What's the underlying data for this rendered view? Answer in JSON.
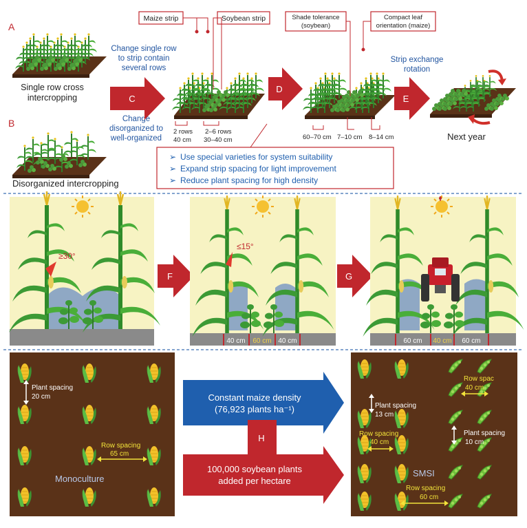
{
  "top": {
    "label_a": "A",
    "label_b": "B",
    "single_row_cross_1": "Single row cross",
    "single_row_cross_2": "intercropping",
    "disorganized": "Disorganized intercropping",
    "change_single_row_1": "Change single row",
    "change_single_row_2": "to strip contain",
    "change_single_row_3": "several rows",
    "change_disorganized_1": "Change",
    "change_disorganized_2": "disorganized to",
    "change_disorganized_3": "well-organized",
    "arrow_c": "C",
    "arrow_d": "D",
    "arrow_e": "E",
    "maize_strip": "Maize strip",
    "soybean_strip": "Soybean  strip",
    "rows_2": "2 rows",
    "cm_40": "40 cm",
    "rows_2_6": "2–6 rows",
    "cm_30_40": "30–40 cm",
    "shade_tolerance_1": "Shade tolerance",
    "shade_tolerance_2": "(soybean)",
    "compact_leaf_1": "Compact leaf",
    "compact_leaf_2": "orientation (maize)",
    "cm_60_70": "60–70 cm",
    "cm_7_10": "7–10 cm",
    "cm_8_14": "8–14 cm",
    "strip_exchange_1": "Strip exchange",
    "strip_exchange_2": "rotation",
    "next_year": "Next year",
    "bullets": [
      "Use special varieties for system suitability",
      "Expand strip spacing for light improvement",
      "Reduce plant spacing for high density"
    ]
  },
  "middle": {
    "angle_30": "≥30°",
    "angle_15": "≤15°",
    "arrow_f": "F",
    "arrow_g": "G",
    "panel2_spacing": [
      "40 cm",
      "60 cm",
      "40 cm"
    ],
    "panel3_spacing": [
      "60 cm",
      "40 cm",
      "60 cm"
    ]
  },
  "bottom": {
    "plant_spacing_1": "Plant spacing",
    "cm_20": "20 cm",
    "row_spacing_1": "Row spacing",
    "cm_65": "65 cm",
    "monoculture": "Monoculture",
    "constant_maize_1": "Constant maize density",
    "constant_maize_2": "(76,923 plants ha⁻¹)",
    "arrow_h": "H",
    "soy_plants_1": "100,000 soybean plants",
    "soy_plants_2": "added per hectare",
    "plant_spacing_2": "Plant spacing",
    "cm_13": "13 cm",
    "row_spacing_2": "Row spacing",
    "cm_40": "40 cm",
    "row_spac_soy": "Row spac",
    "cm_40_soy": "40 cm",
    "plant_spacing_3": "Plant spacing",
    "cm_10": "10 cm",
    "smsi": "SMSI",
    "row_spacing_3": "Row spacing",
    "cm_60": "60 cm"
  },
  "colors": {
    "soil": "#5a3218",
    "red_arrow": "#c0272d",
    "blue_arrow": "#1f5fae",
    "light_panel": "#f7f3c3",
    "shade_blue": "#8fa8c4"
  }
}
